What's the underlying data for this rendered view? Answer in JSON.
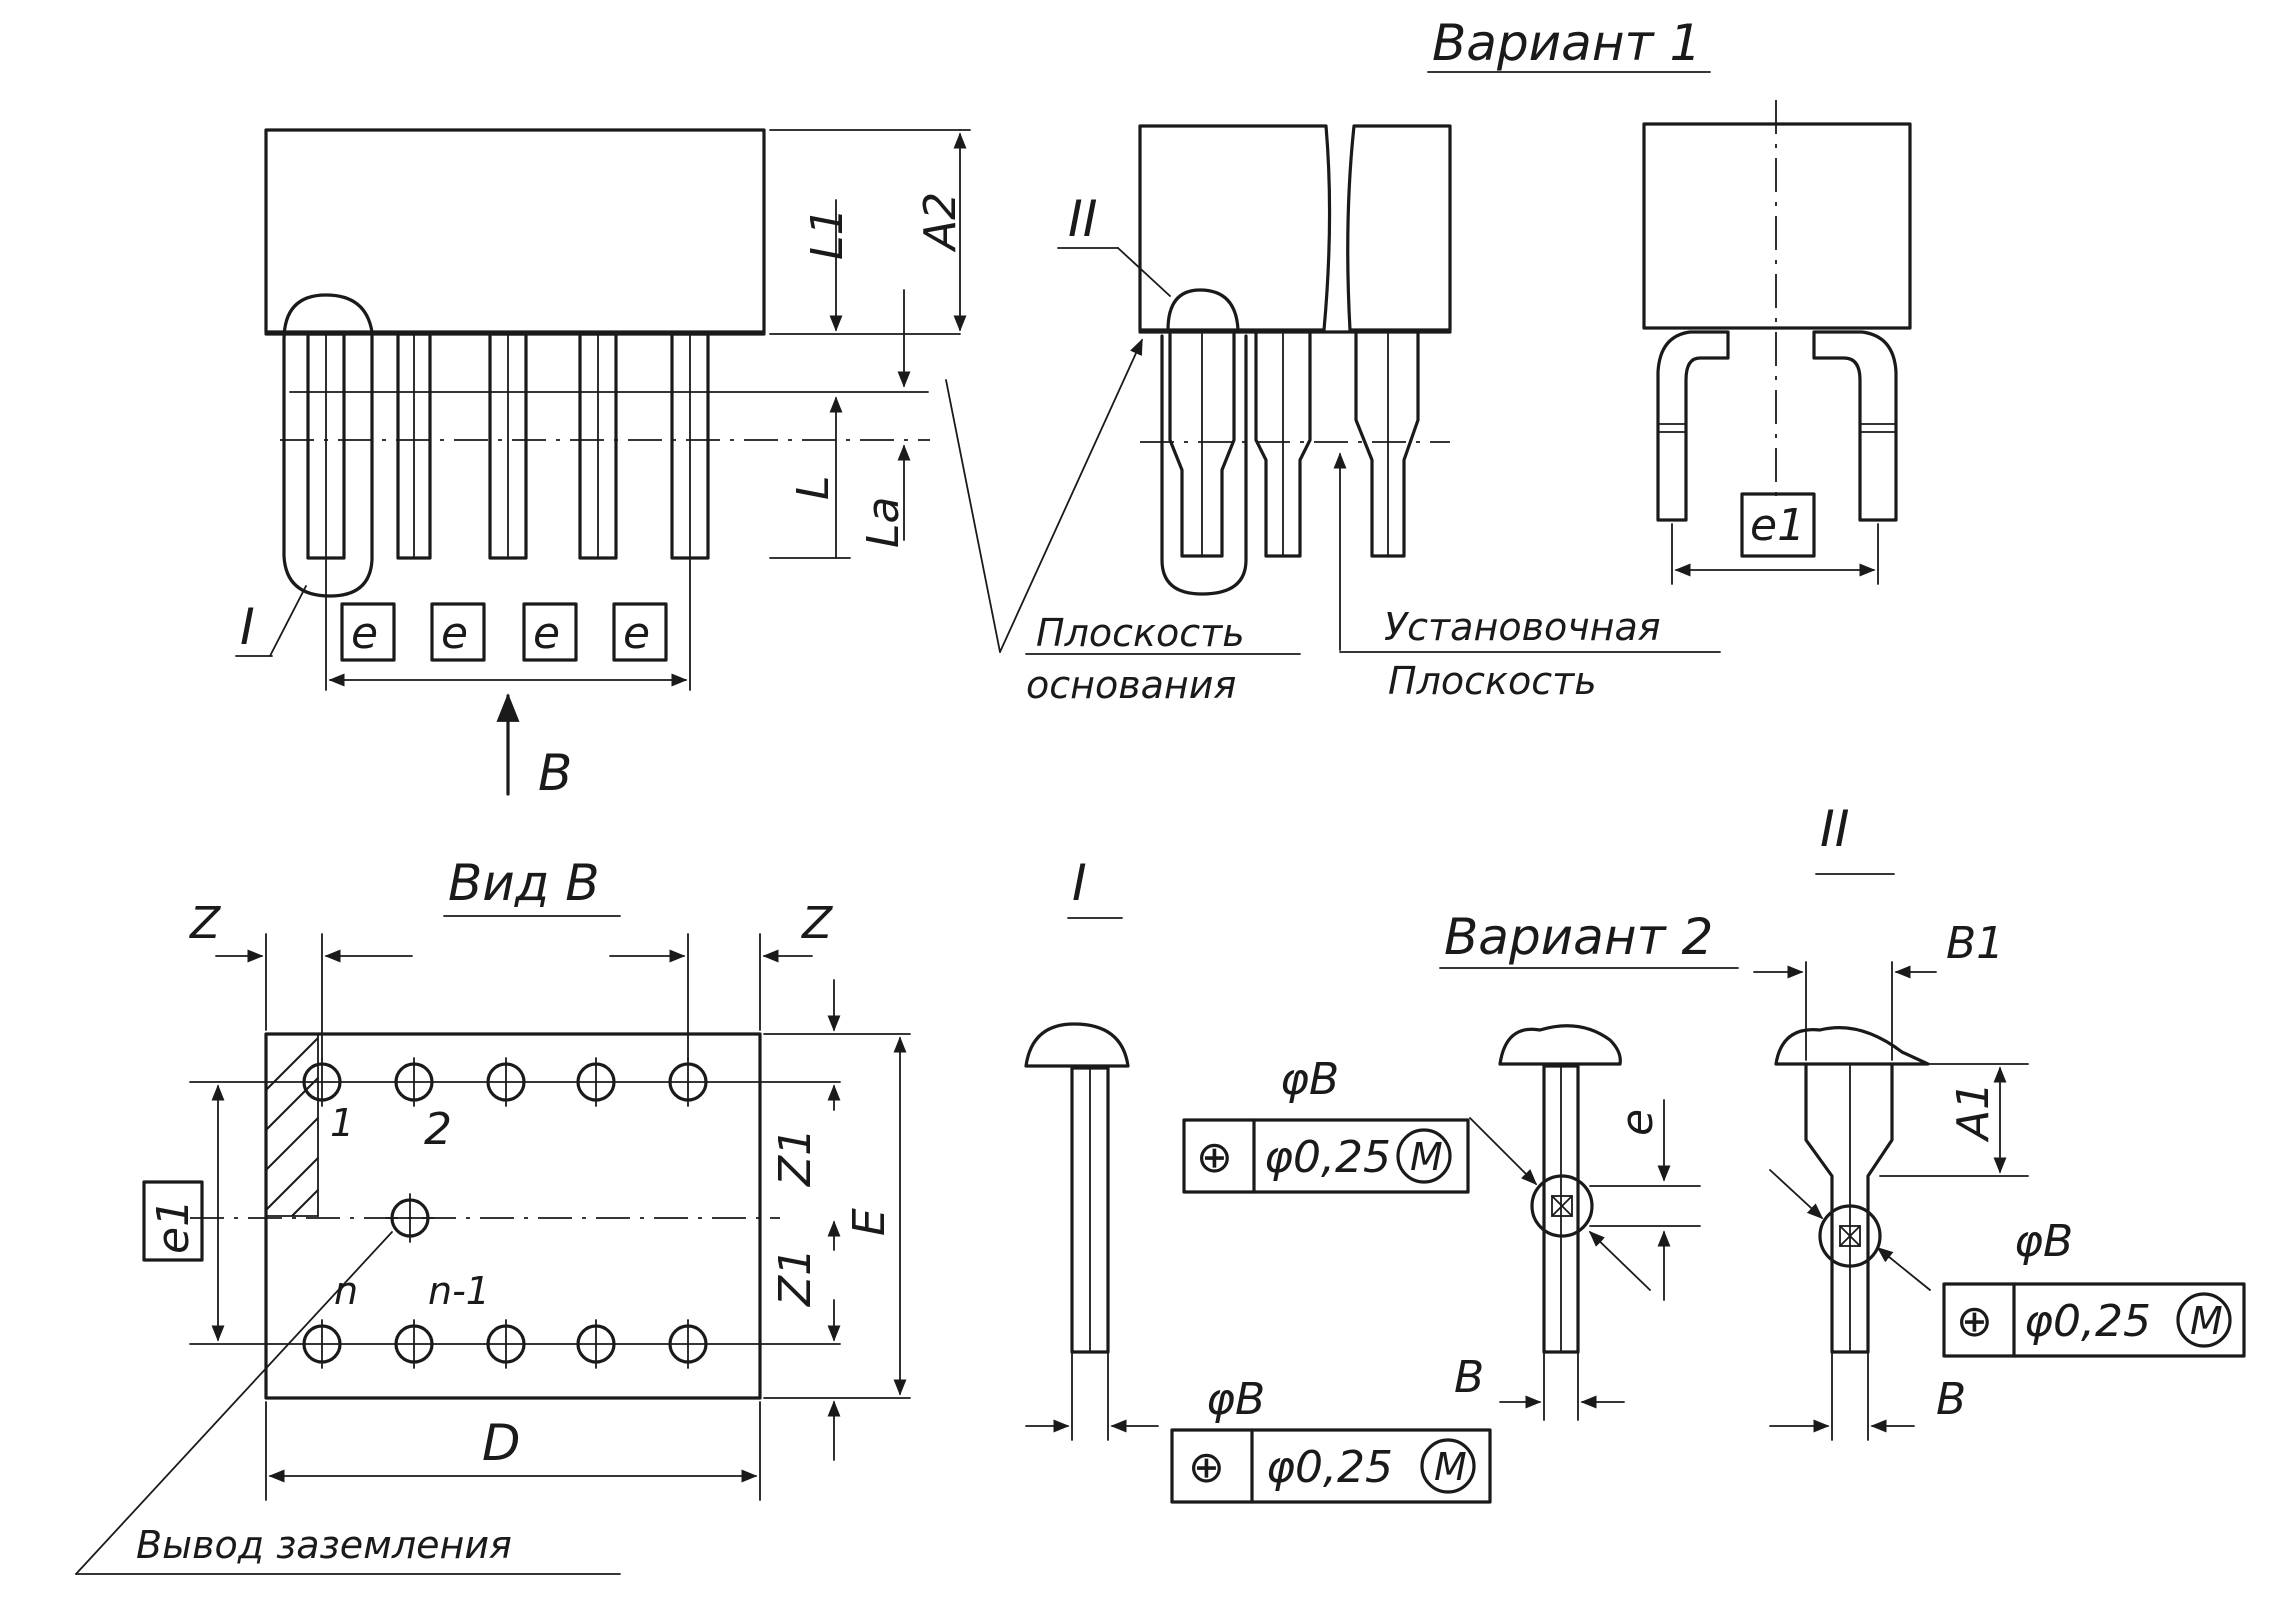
{
  "labels": {
    "variant1": "Вариант 1",
    "variant2": "Вариант 2",
    "view_b": "Вид В",
    "detail_1": "I",
    "detail_2": "II",
    "arrow_b": "В",
    "base_plane_line1": "Плоскость",
    "base_plane_line2": "основания",
    "mount_plane_line1": "Установочная",
    "mount_plane_line2": "Плоскость",
    "ground_lead": "Вывод заземления"
  },
  "dimensions": {
    "L1": "L1",
    "A2": "A2",
    "L": "L",
    "La": "La",
    "e": "e",
    "e1": "e1",
    "Z": "Z",
    "Z1": "Z1",
    "E": "E",
    "D": "D",
    "A1": "A1",
    "B1": "B1",
    "B": "B"
  },
  "pin_labels": {
    "p1": "1",
    "p2": "2",
    "pn": "n",
    "pn1": "n-1"
  },
  "tolerance_frames": [
    {
      "header": "φВ",
      "symbol": "⊕",
      "value": "φ0,25",
      "modifier": "M"
    },
    {
      "header": "φВ",
      "symbol": "⊕",
      "value": "φ0,25",
      "modifier": "M"
    },
    {
      "header": "φВ",
      "symbol": "⊕",
      "value": "φ0,25",
      "modifier": "M"
    }
  ]
}
